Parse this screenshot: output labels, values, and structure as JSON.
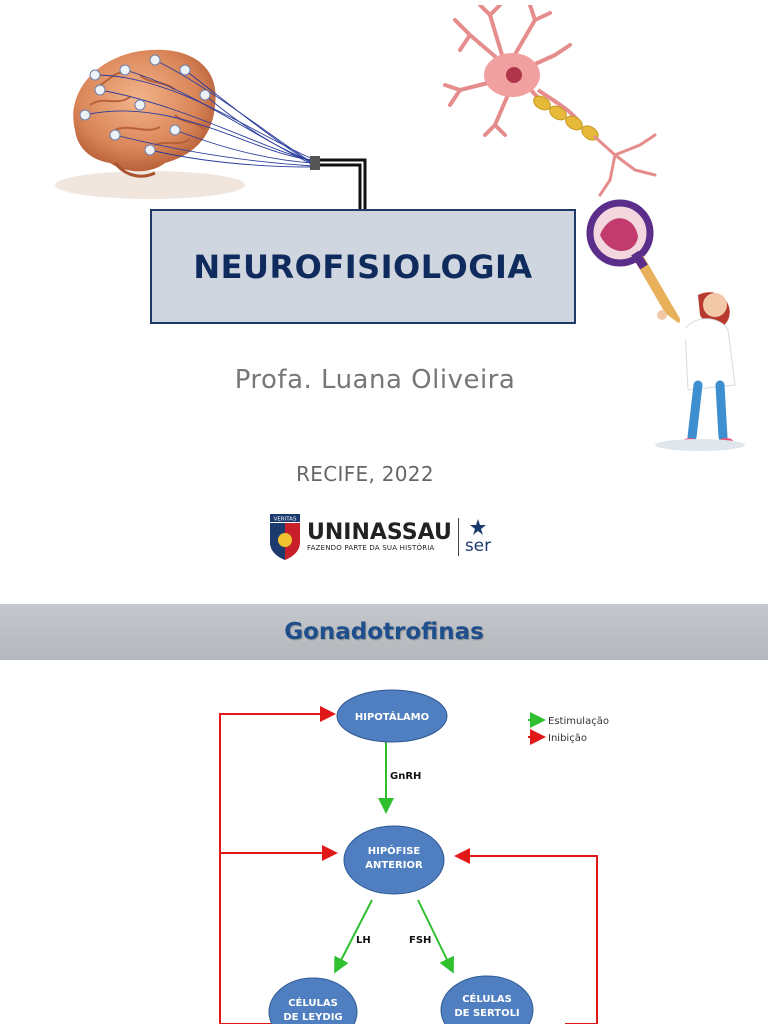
{
  "slide1": {
    "title": "NEUROFISIOLOGIA",
    "author": "Profa. Luana Oliveira",
    "place_year": "RECIFE, 2022",
    "logo": {
      "name": "UNINASSAU",
      "tagline": "FAZENDO PARTE DA SUA HISTÓRIA",
      "ser": "ser",
      "shield_text": "VERITAS"
    }
  },
  "slide2": {
    "header": "Gonadotrofinas",
    "legend": {
      "stim": "Estimulação",
      "inhib": "Inibição"
    },
    "nodes": {
      "hypothalamus": "HIPOTÁLAMO",
      "pituitary_l1": "HIPÓFISE",
      "pituitary_l2": "ANTERIOR",
      "leydig_l1": "CÉLULAS",
      "leydig_l2": "DE LEYDIG",
      "sertoli_l1": "CÉLULAS",
      "sertoli_l2": "DE SERTOLI"
    },
    "edges": {
      "gnrh": "GnRH",
      "lh": "LH",
      "fsh": "FSH"
    }
  },
  "colors": {
    "node_fill": "#4f7fc0",
    "stimulation": "#2fbf2f",
    "inhibition": "#e01818",
    "title_text": "#0f2a5c",
    "header_text": "#1f4e8c"
  }
}
